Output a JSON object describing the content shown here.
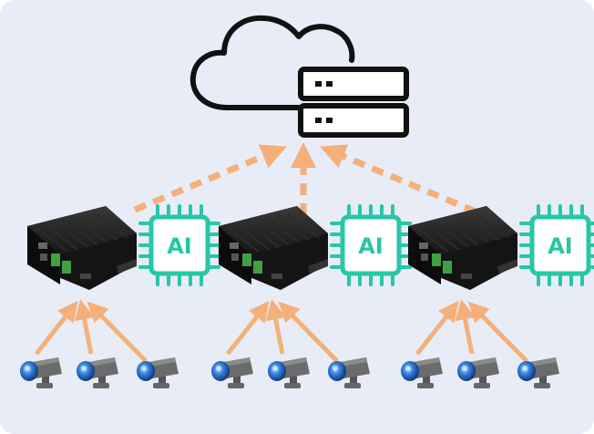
{
  "diagram": {
    "background_color": "#e8ecf7",
    "arrow_color": "#f4b07a",
    "chip_color": "#27c7a6",
    "device_color": "#1d1d1d",
    "camera_lens_color": "#2f7ad8",
    "top_node": {
      "icons": [
        "cloud-icon",
        "server-rack-icon"
      ]
    },
    "edge_nodes": [
      {
        "id": "edge-1",
        "chip_label": "AI",
        "camera_count": 3
      },
      {
        "id": "edge-2",
        "chip_label": "AI",
        "camera_count": 3
      },
      {
        "id": "edge-3",
        "chip_label": "AI",
        "camera_count": 3
      }
    ]
  }
}
